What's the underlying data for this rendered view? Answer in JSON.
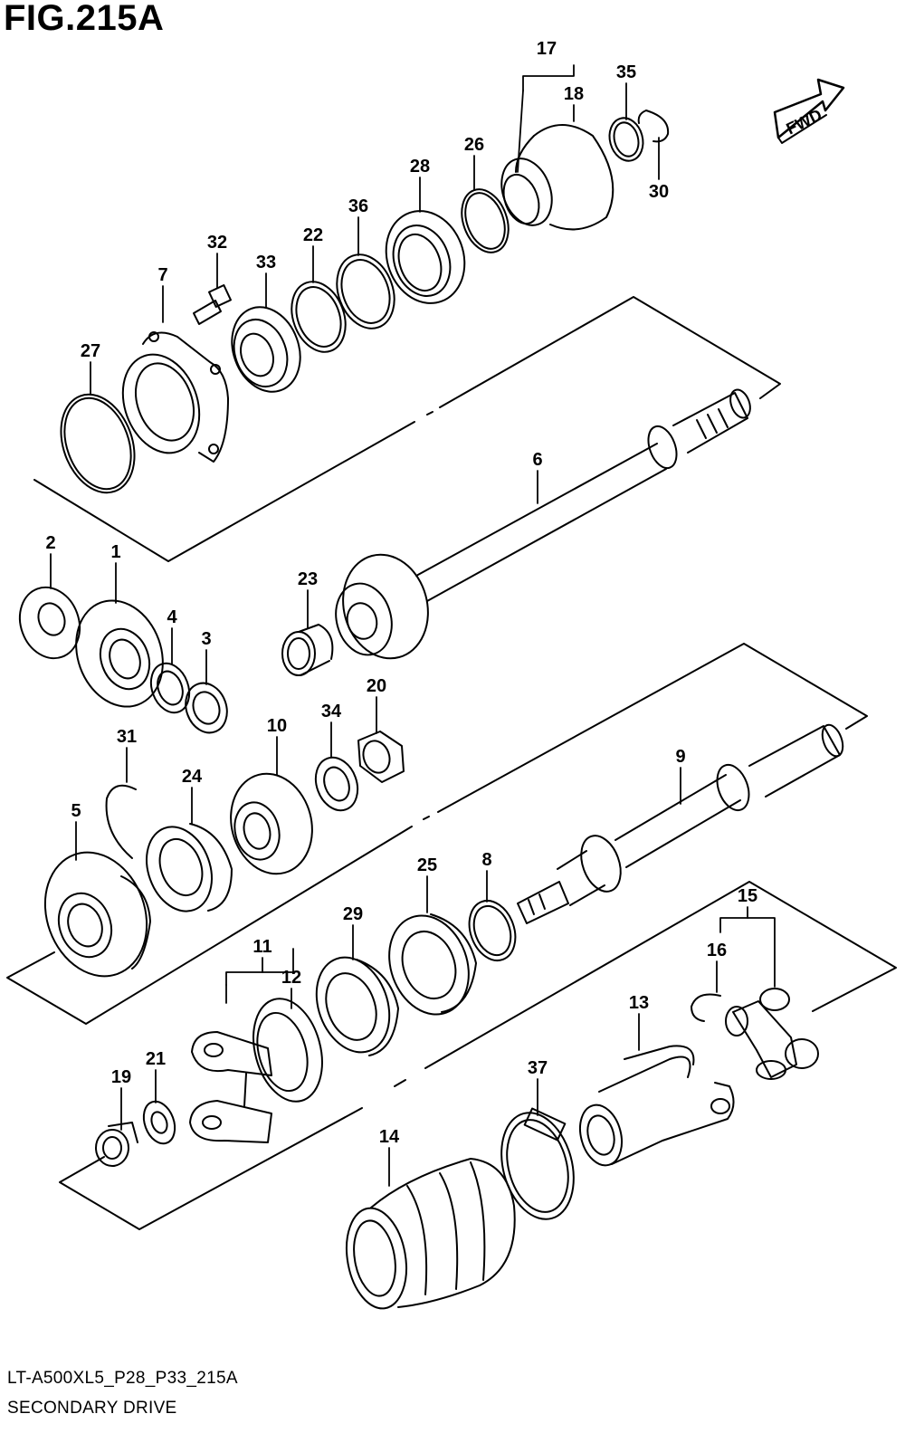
{
  "title": "FIG.215A",
  "fwd_label": "FWD",
  "model_code": "LT-A500XL5_P28_P33_215A",
  "section_name": "SECONDARY DRIVE",
  "callouts": [
    {
      "id": "17",
      "label": "17"
    },
    {
      "id": "18",
      "label": "18"
    },
    {
      "id": "35",
      "label": "35"
    },
    {
      "id": "30",
      "label": "30"
    },
    {
      "id": "26",
      "label": "26"
    },
    {
      "id": "28",
      "label": "28"
    },
    {
      "id": "36",
      "label": "36"
    },
    {
      "id": "22",
      "label": "22"
    },
    {
      "id": "32",
      "label": "32"
    },
    {
      "id": "33",
      "label": "33"
    },
    {
      "id": "7",
      "label": "7"
    },
    {
      "id": "27",
      "label": "27"
    },
    {
      "id": "6",
      "label": "6"
    },
    {
      "id": "2",
      "label": "2"
    },
    {
      "id": "1",
      "label": "1"
    },
    {
      "id": "23",
      "label": "23"
    },
    {
      "id": "4",
      "label": "4"
    },
    {
      "id": "3",
      "label": "3"
    },
    {
      "id": "20",
      "label": "20"
    },
    {
      "id": "31",
      "label": "31"
    },
    {
      "id": "10",
      "label": "10"
    },
    {
      "id": "34",
      "label": "34"
    },
    {
      "id": "24",
      "label": "24"
    },
    {
      "id": "9",
      "label": "9"
    },
    {
      "id": "5",
      "label": "5"
    },
    {
      "id": "25",
      "label": "25"
    },
    {
      "id": "8",
      "label": "8"
    },
    {
      "id": "15",
      "label": "15"
    },
    {
      "id": "29",
      "label": "29"
    },
    {
      "id": "11",
      "label": "11"
    },
    {
      "id": "12",
      "label": "12"
    },
    {
      "id": "16",
      "label": "16"
    },
    {
      "id": "13",
      "label": "13"
    },
    {
      "id": "21",
      "label": "21"
    },
    {
      "id": "19",
      "label": "19"
    },
    {
      "id": "37",
      "label": "37"
    },
    {
      "id": "14",
      "label": "14"
    }
  ]
}
